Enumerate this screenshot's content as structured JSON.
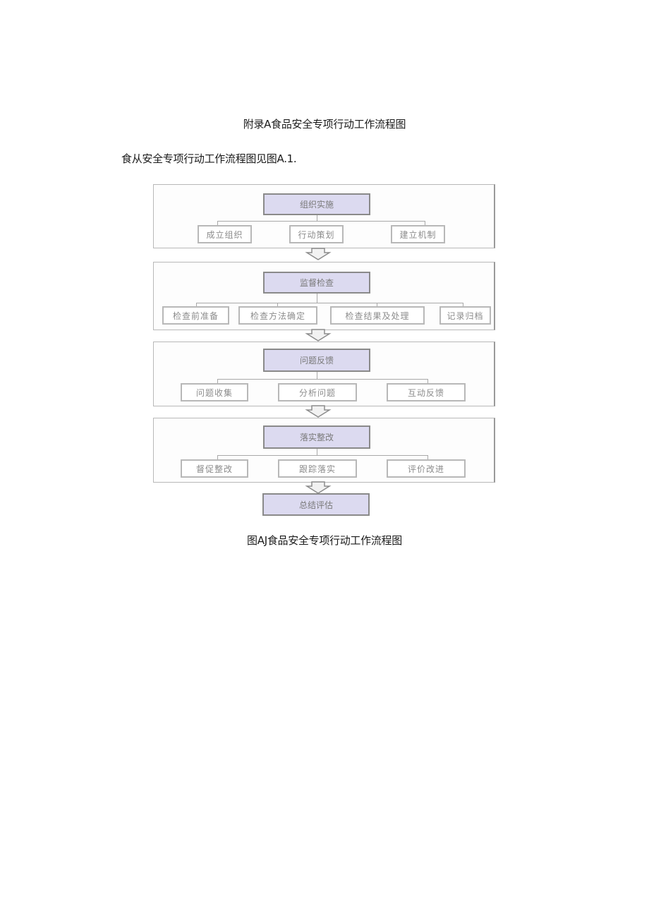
{
  "document": {
    "title": "附录A食品安全专项行动工作流程图",
    "intro": "食从安全专项行动工作流程图见图A.1.",
    "caption": "图AJ食品安全专项行动工作流程图"
  },
  "flowchart": {
    "stages": [
      {
        "main": "组织实施",
        "subs": [
          "成立组织",
          "行动策划",
          "建立机制"
        ]
      },
      {
        "main": "监督检查",
        "subs": [
          "检查前准备",
          "检查方法确定",
          "检查结果及处理",
          "记录归档"
        ]
      },
      {
        "main": "问题反馈",
        "subs": [
          "问题收集",
          "分析问题",
          "互动反馈"
        ]
      },
      {
        "main": "落实整改",
        "subs": [
          "督促整改",
          "跟踪落实",
          "评价改进"
        ]
      }
    ],
    "final": "总结评估",
    "colors": {
      "main_fill": "#dcdaf0",
      "main_border": "#8a8a8a",
      "sub_border": "#b8b8b8",
      "stage_border": "#b8b8b8"
    }
  }
}
